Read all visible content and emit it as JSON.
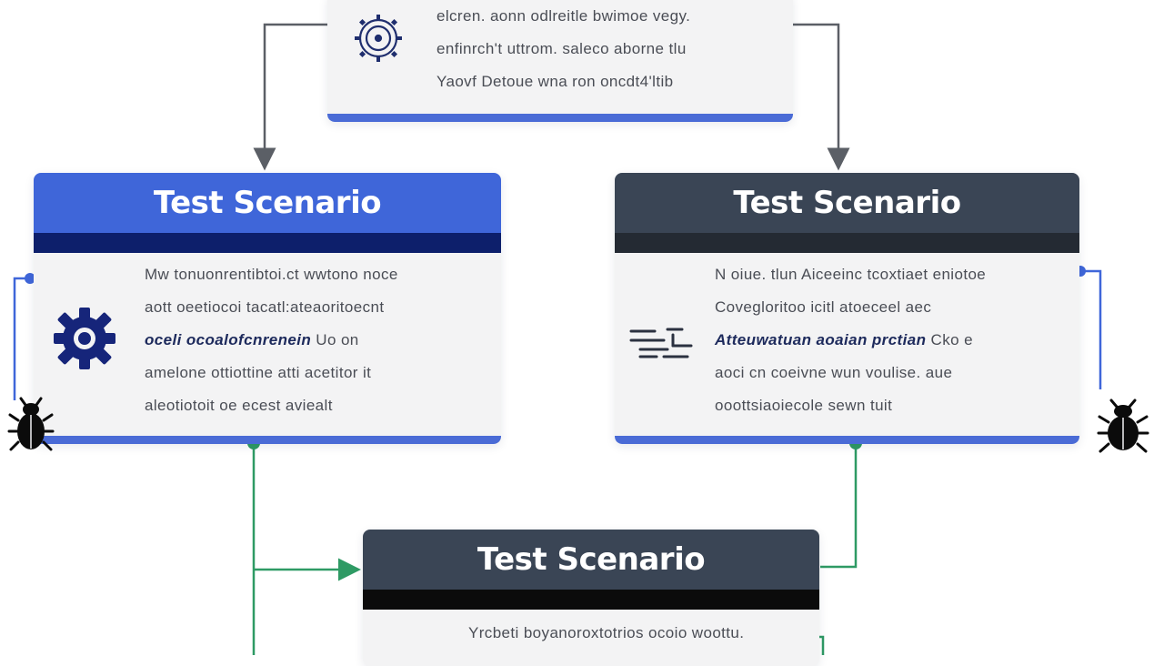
{
  "colors": {
    "blue": "#3f66d9",
    "navy": "#0d1f6b",
    "slate": "#3a4555",
    "black": "#0b0b0b",
    "green": "#2e9a64",
    "card_bg": "#f3f3f4",
    "accent_bottom": "#4a6bd6"
  },
  "cards": {
    "top": {
      "icon": "gear-settings-icon",
      "lines": [
        "elcren. aonn odlreitle bwimoe vegy.",
        "enfinrch't uttrom. saleco aborne tlu",
        "Yaovf  Detoue  wna  ron oncdt4'ltib"
      ]
    },
    "left": {
      "title": "Test Scenario",
      "icon": "gear-icon",
      "lines": [
        "Mw  tonuonrentibtoi.ct  wwtono noce",
        "aott  oeetiocoi  tacatl:ateaoritoecnt",
        "oceli  ocoalofcnrenein",
        "amelone  ottiottine  atti  acetitor  it",
        "aleotiotoit  oe  ecest  aviealt"
      ],
      "inline_after_bold": "Uo  on"
    },
    "right": {
      "title": "Test Scenario",
      "icon": "text-lines-icon",
      "lines": [
        "N  oiue.  tlun  Aiceeinc  tcoxtiaet  eniotoe",
        "Covegloritoo  icitl  atoeceel  aec",
        "Atteuwatuan  aoaian  prctian",
        "aoci  cn  coeivne  wun  voulise.  aue",
        "ooottsiaoiecole  sewn tuit"
      ],
      "inline_after_bold": "Cko  e"
    },
    "bottom": {
      "title": "Test Scenario",
      "lines": [
        "Yrcbeti  boyanoroxtotrios  ocoio  woottu."
      ]
    }
  }
}
